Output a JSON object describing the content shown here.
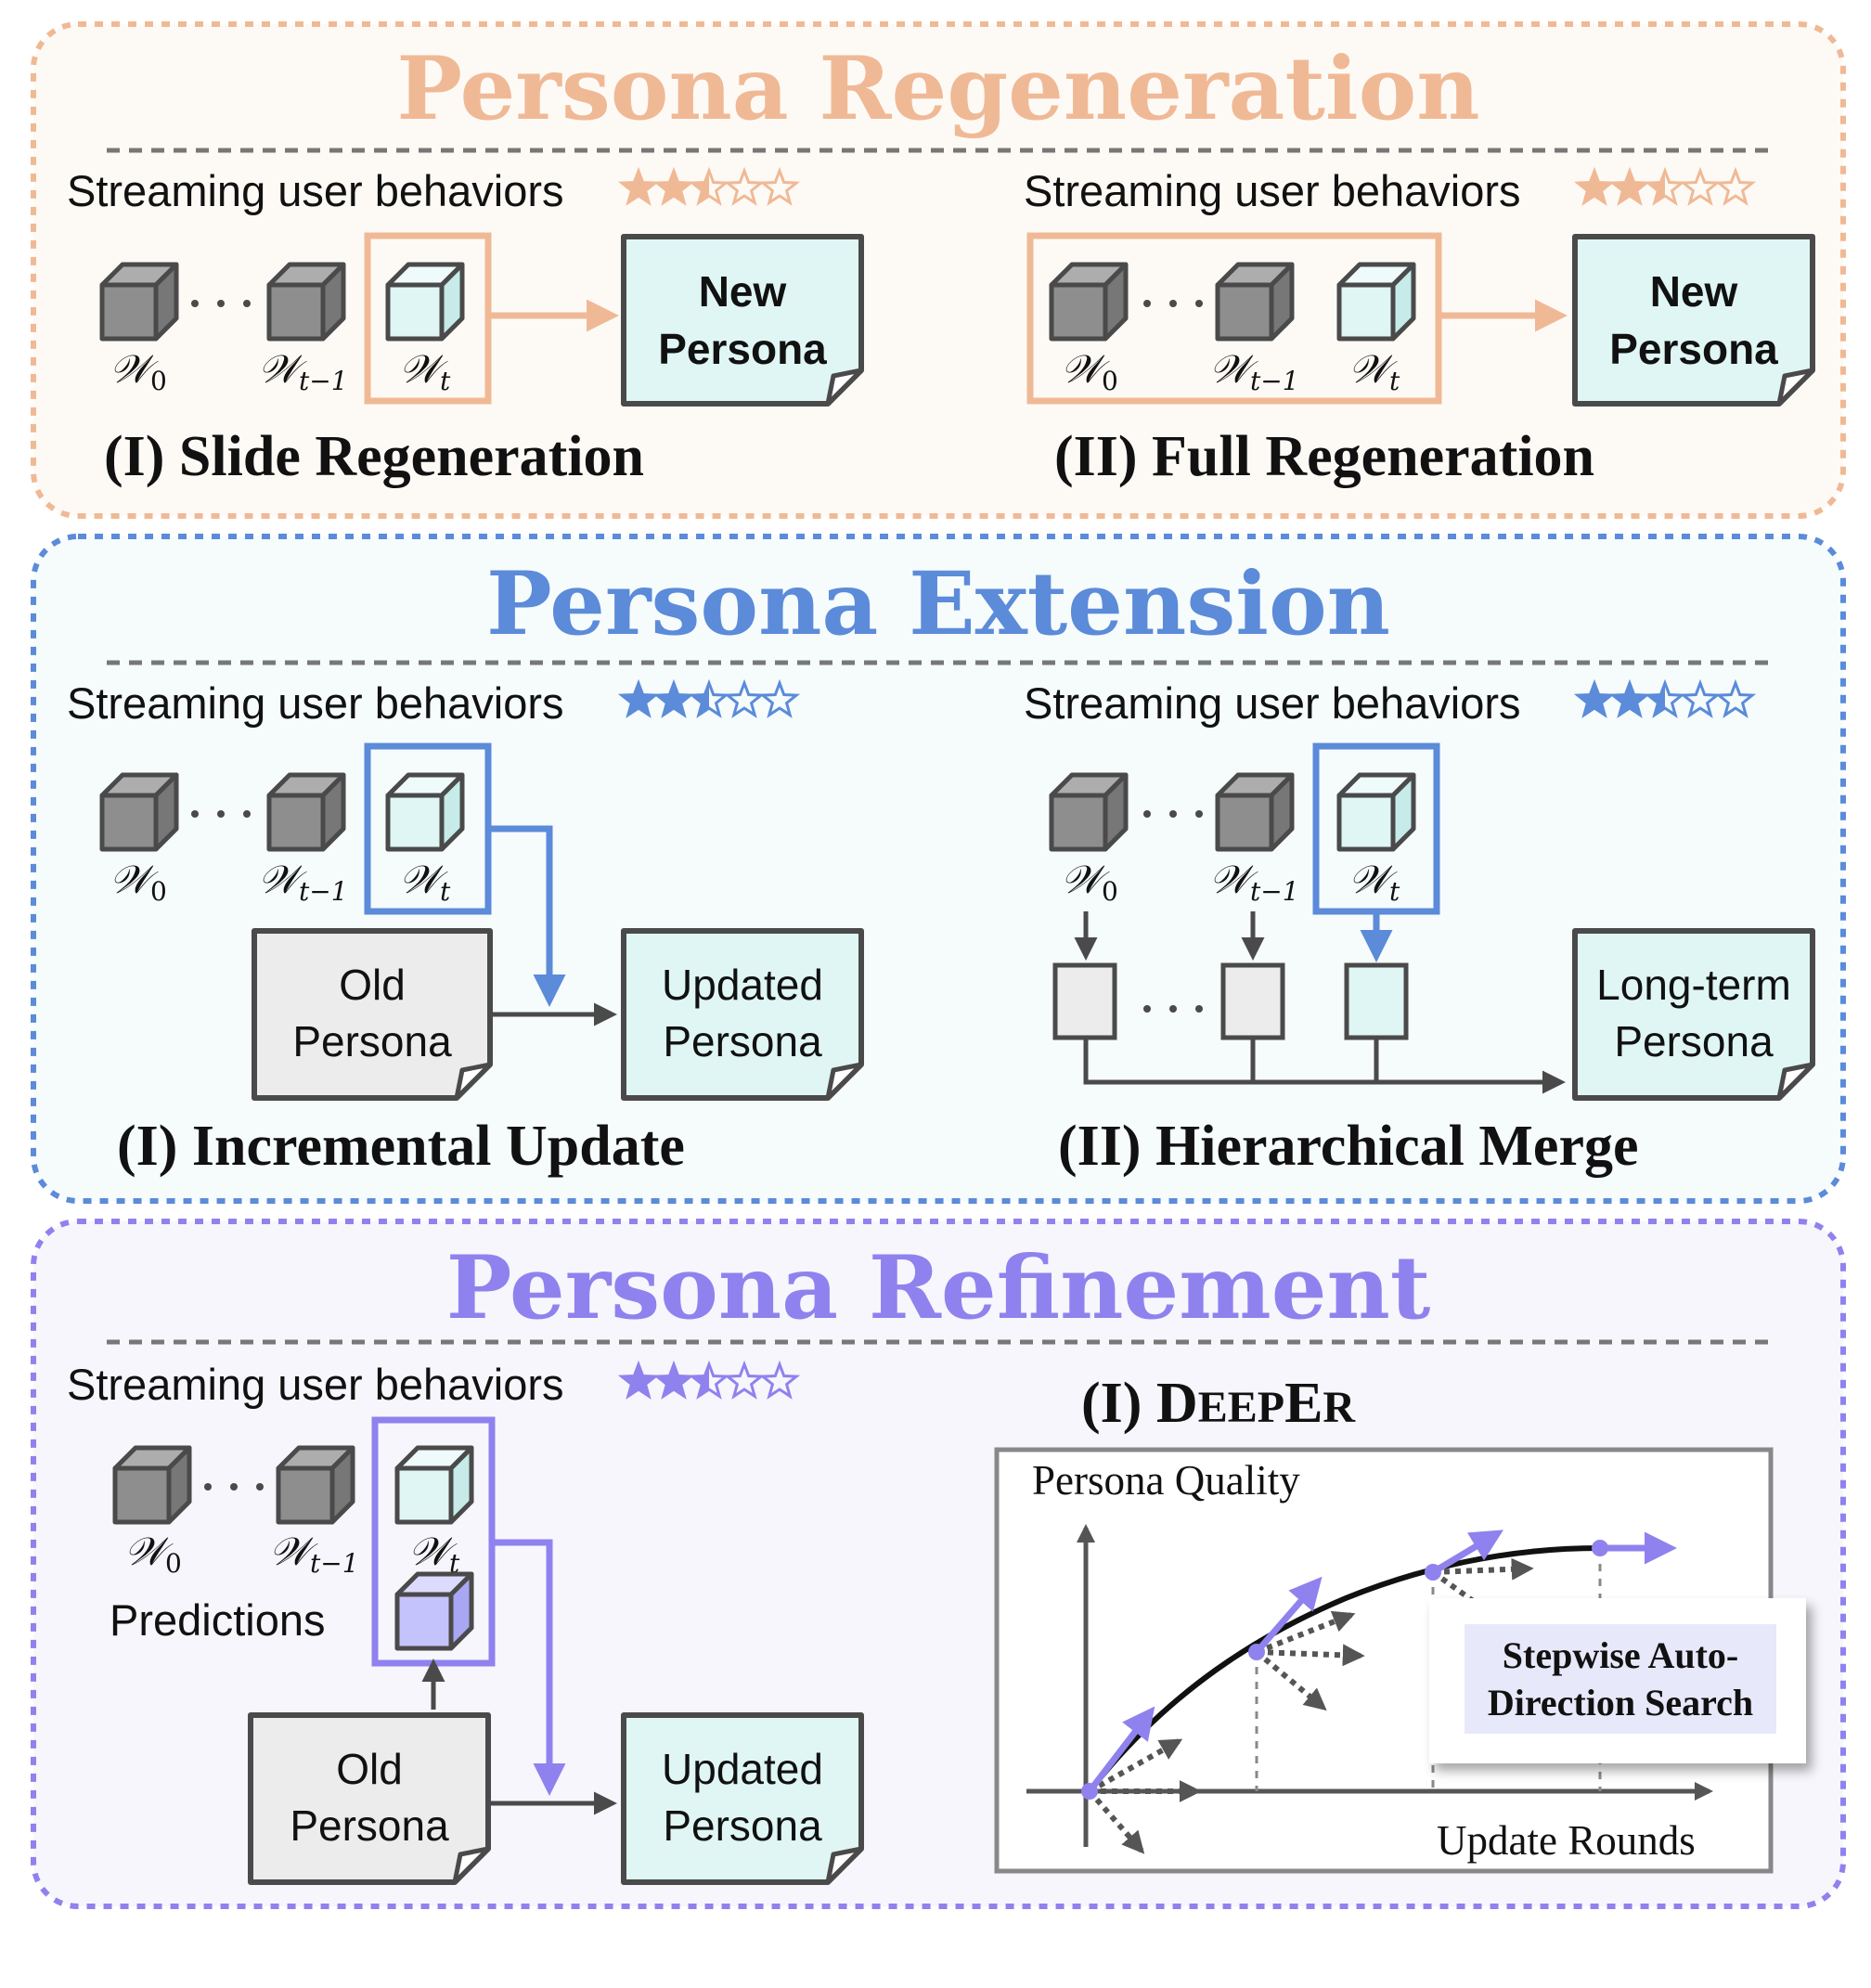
{
  "sections": {
    "regeneration": {
      "title": "Persona Regeneration",
      "left": {
        "streaming": "Streaming user behaviors",
        "rating": 2.5,
        "w_first": "𝒲",
        "w_first_sub": "0",
        "w_mid": "𝒲",
        "w_mid_sub": "t−1",
        "w_last": "𝒲",
        "w_last_sub": "t",
        "output_l1": "New",
        "output_l2": "Persona",
        "caption": "(I) Slide Regeneration"
      },
      "right": {
        "streaming": "Streaming user behaviors",
        "rating": 2.5,
        "w_first": "𝒲",
        "w_first_sub": "0",
        "w_mid": "𝒲",
        "w_mid_sub": "t−1",
        "w_last": "𝒲",
        "w_last_sub": "t",
        "output_l1": "New",
        "output_l2": "Persona",
        "caption": "(II) Full Regeneration"
      }
    },
    "extension": {
      "title": "Persona Extension",
      "left": {
        "streaming": "Streaming user behaviors",
        "rating": 2.5,
        "w_first": "𝒲",
        "w_first_sub": "0",
        "w_mid": "𝒲",
        "w_mid_sub": "t−1",
        "w_last": "𝒲",
        "w_last_sub": "t",
        "old_l1": "Old",
        "old_l2": "Persona",
        "output_l1": "Updated",
        "output_l2": "Persona",
        "caption": "(I) Incremental Update"
      },
      "right": {
        "streaming": "Streaming user behaviors",
        "rating": 2.5,
        "w_first": "𝒲",
        "w_first_sub": "0",
        "w_mid": "𝒲",
        "w_mid_sub": "t−1",
        "w_last": "𝒲",
        "w_last_sub": "t",
        "output_l1": "Long-term",
        "output_l2": "Persona",
        "caption": "(II) Hierarchical Merge"
      }
    },
    "refinement": {
      "title": "Persona Refinement",
      "left": {
        "streaming": "Streaming user behaviors",
        "rating": 2.5,
        "w_first": "𝒲",
        "w_first_sub": "0",
        "w_mid": "𝒲",
        "w_mid_sub": "t−1",
        "w_last": "𝒲",
        "w_last_sub": "t",
        "predictions": "Predictions",
        "old_l1": "Old",
        "old_l2": "Persona",
        "output_l1": "Updated",
        "output_l2": "Persona"
      },
      "right": {
        "caption_prefix": "(I) D",
        "caption_sc1": "EEP",
        "caption_mid": "E",
        "caption_sc2": "R",
        "y_axis_label": "Persona Quality",
        "x_axis_label": "Update Rounds",
        "callout_l1": "Stepwise Auto-",
        "callout_l2": "Direction Search"
      }
    }
  },
  "colors": {
    "regeneration": "#f0b995",
    "regeneration_bg": "#fdfaf6",
    "extension": "#5b8bd9",
    "extension_bg": "#f6fbfc",
    "refinement": "#8f82ee",
    "refinement_bg": "#f6f6fc",
    "cyan_fill": "#dff6f4",
    "gray_fill": "#8e8e8e",
    "light_gray_fill": "#ececec",
    "purple_fill": "#c5c3fb",
    "dark": "#4a4a4a"
  }
}
